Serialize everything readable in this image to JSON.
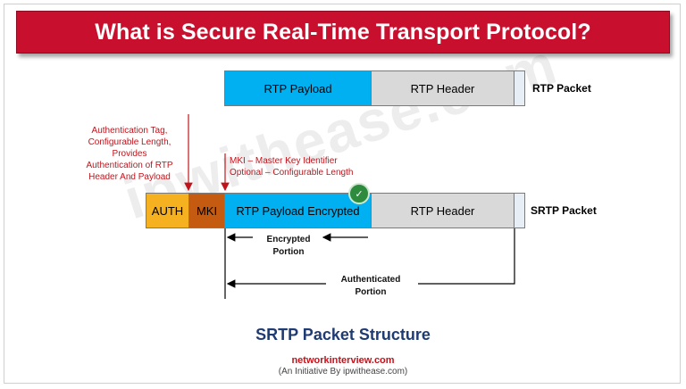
{
  "title": "What is Secure Real-Time Transport Protocol?",
  "watermark": "ipwithease.com",
  "rtp_packet": {
    "payload": "RTP Payload",
    "header": "RTP Header",
    "label": "RTP Packet"
  },
  "srtp_packet": {
    "auth": "AUTH",
    "mki": "MKI",
    "payload": "RTP Payload Encrypted",
    "header": "RTP Header",
    "label": "SRTP Packet"
  },
  "notes": {
    "auth_tag": [
      "Authentication Tag,",
      "Configurable Length,",
      "Provides",
      "Authentication of RTP",
      "Header And Payload"
    ],
    "mki": [
      "MKI – Master Key Identifier",
      "Optional – Configurable Length"
    ],
    "encrypted": [
      "Encrypted",
      "Portion"
    ],
    "authenticated": [
      "Authenticated",
      "Portion"
    ]
  },
  "subtitle": "SRTP Packet Structure",
  "site": "networkinterview.com",
  "tagline": "(An Initiative By ipwithease.com)",
  "colors": {
    "title_bg": "#c8102e",
    "payload": "#00b0f0",
    "header": "#d9d9d9",
    "auth": "#f5b120",
    "mki": "#c55a11",
    "annotation_red": "#c0141c",
    "subtitle": "#1f3b73"
  }
}
